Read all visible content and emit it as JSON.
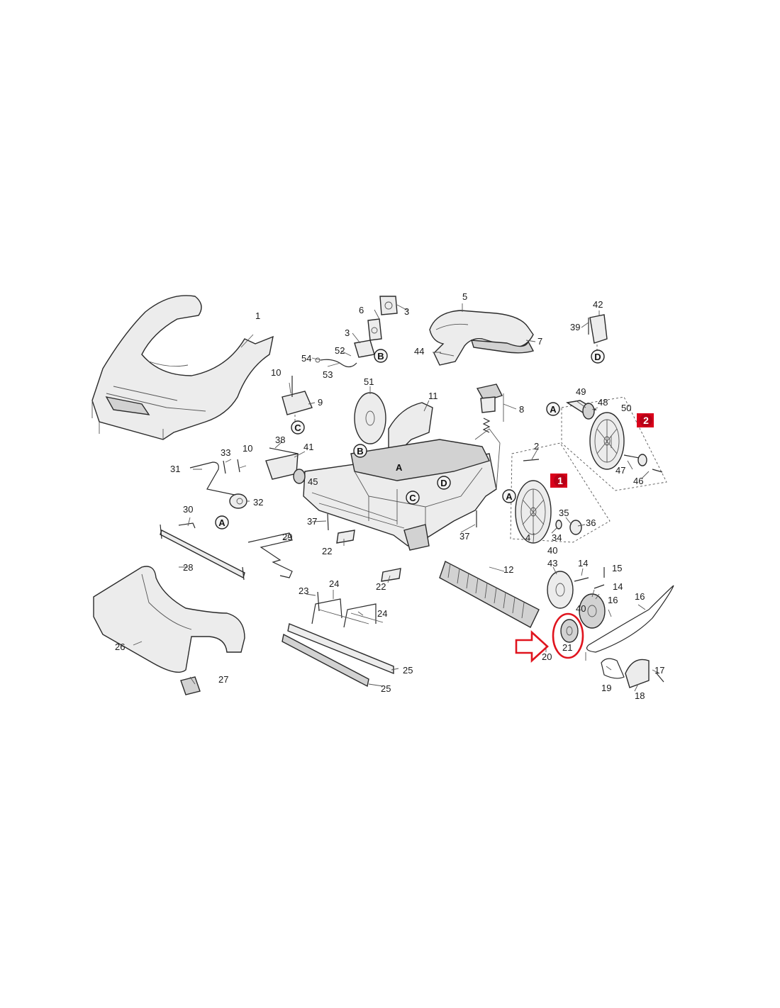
{
  "diagram": {
    "part_numbers": [
      "1",
      "2",
      "3",
      "3",
      "4",
      "5",
      "6",
      "7",
      "8",
      "9",
      "10",
      "10",
      "11",
      "12",
      "14",
      "14",
      "15",
      "16",
      "16",
      "17",
      "18",
      "19",
      "20",
      "21",
      "22",
      "22",
      "23",
      "24",
      "24",
      "25",
      "25",
      "26",
      "27",
      "28",
      "29",
      "30",
      "31",
      "32",
      "33",
      "34",
      "35",
      "36",
      "37",
      "37",
      "38",
      "39",
      "40",
      "40",
      "41",
      "42",
      "43",
      "44",
      "45",
      "46",
      "47",
      "48",
      "49",
      "50",
      "51",
      "52",
      "53",
      "54"
    ],
    "reference_letters": [
      "A",
      "A",
      "A",
      "B",
      "B",
      "C",
      "C",
      "D",
      "D"
    ],
    "group_badges": [
      "1",
      "2"
    ],
    "highlighted_part": "21",
    "highlight_color": "#e0141e",
    "badge_color": "#d9001b"
  }
}
